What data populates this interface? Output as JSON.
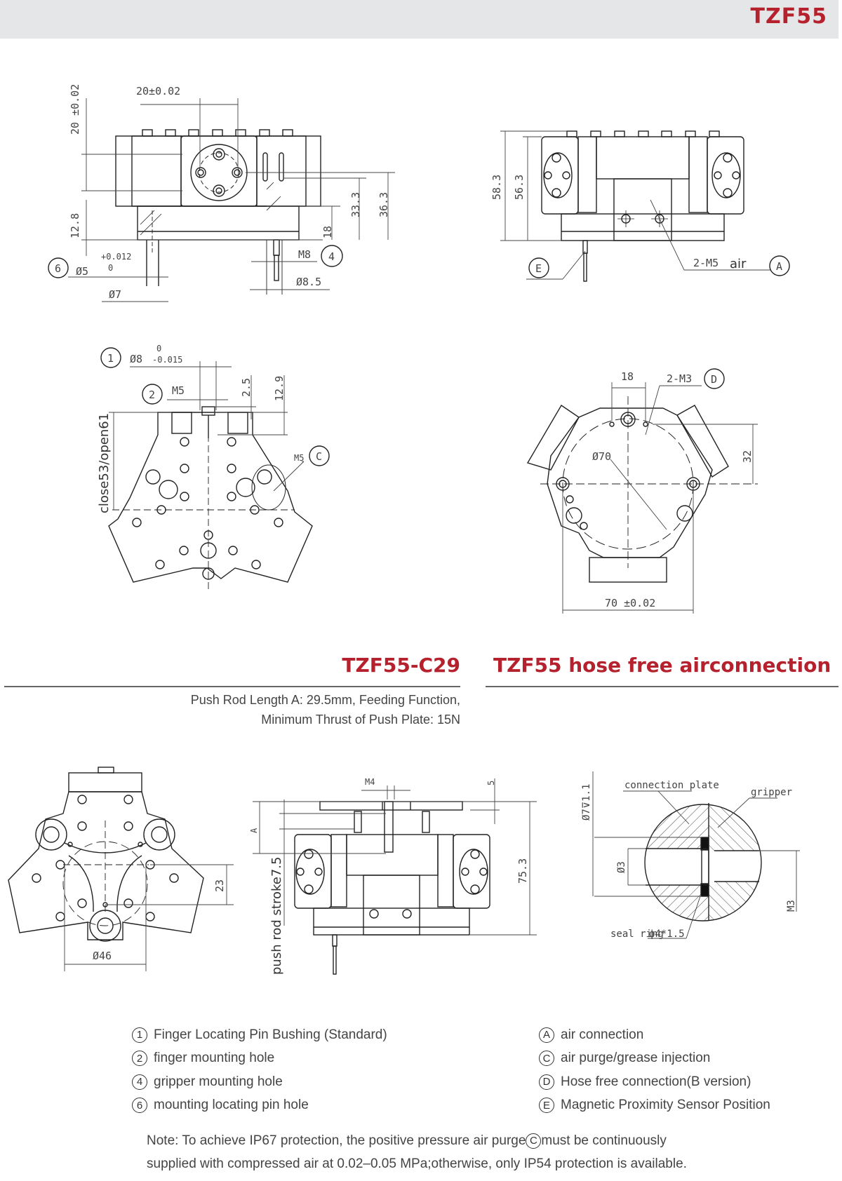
{
  "header": {
    "title": "TZF55"
  },
  "drawings": {
    "front_view": {
      "dims": [
        "20±0.02",
        "20 ±0.02",
        "12.8",
        "18",
        "33.3",
        "36.3",
        "M8",
        "Ø8.5",
        "Ø5",
        "+0.012",
        "0",
        "Ø7"
      ],
      "callouts": [
        "6",
        "4"
      ]
    },
    "side_view": {
      "dims": [
        "58.3",
        "56.3",
        "2-M5 air"
      ],
      "callouts": [
        "E",
        "A"
      ]
    },
    "top_view": {
      "dims": [
        "Ø8",
        "0",
        "-0.015",
        "M5",
        "2.5",
        "12.9",
        "close53/open61",
        "M5"
      ],
      "callouts": [
        "1",
        "2",
        "C"
      ]
    },
    "bottom_view": {
      "dims": [
        "18",
        "2-M3",
        "Ø70",
        "32",
        "70 ±0.02"
      ],
      "callouts": [
        "D"
      ]
    },
    "c29_top_view": {
      "dims": [
        "23",
        "Ø46"
      ]
    },
    "c29_side_view": {
      "dims": [
        "M4",
        "5",
        "A",
        "push rod stroke7.5",
        "75.3"
      ]
    },
    "hose_free_detail": {
      "labels": [
        "connection plate",
        "gripper",
        "seal ring",
        "ϕ4*1.5"
      ],
      "dims": [
        "Ø7⊽1.1",
        "Ø3",
        "M3"
      ]
    }
  },
  "sections": {
    "c29": {
      "title": "TZF55-C29",
      "description_line1": "Push Rod Length A: 29.5mm, Feeding Function,",
      "description_line2": "Minimum Thrust of Push Plate: 15N"
    },
    "hose_free": {
      "title": "TZF55 hose free airconnection"
    }
  },
  "legend": {
    "left": [
      {
        "key": "1",
        "label": "Finger Locating Pin Bushing (Standard)"
      },
      {
        "key": "2",
        "label": "finger mounting hole"
      },
      {
        "key": "4",
        "label": "gripper mounting hole"
      },
      {
        "key": "6",
        "label": "mounting locating pin hole"
      }
    ],
    "right": [
      {
        "key": "A",
        "label": "air connection"
      },
      {
        "key": "C",
        "label": "air purge/grease injection"
      },
      {
        "key": "D",
        "label": "Hose free connection(B version)"
      },
      {
        "key": "E",
        "label": "Magnetic Proximity Sensor Position"
      }
    ]
  },
  "note": {
    "part1": "Note: To achieve IP67 protection, the positive pressure air purge",
    "badge": "C",
    "part2": "must be continuously",
    "line2": "supplied with compressed air at 0.02–0.05 MPa;otherwise, only IP54 protection is available."
  },
  "colors": {
    "accent": "#b5222e",
    "header_bg": "#e5e6e8"
  }
}
